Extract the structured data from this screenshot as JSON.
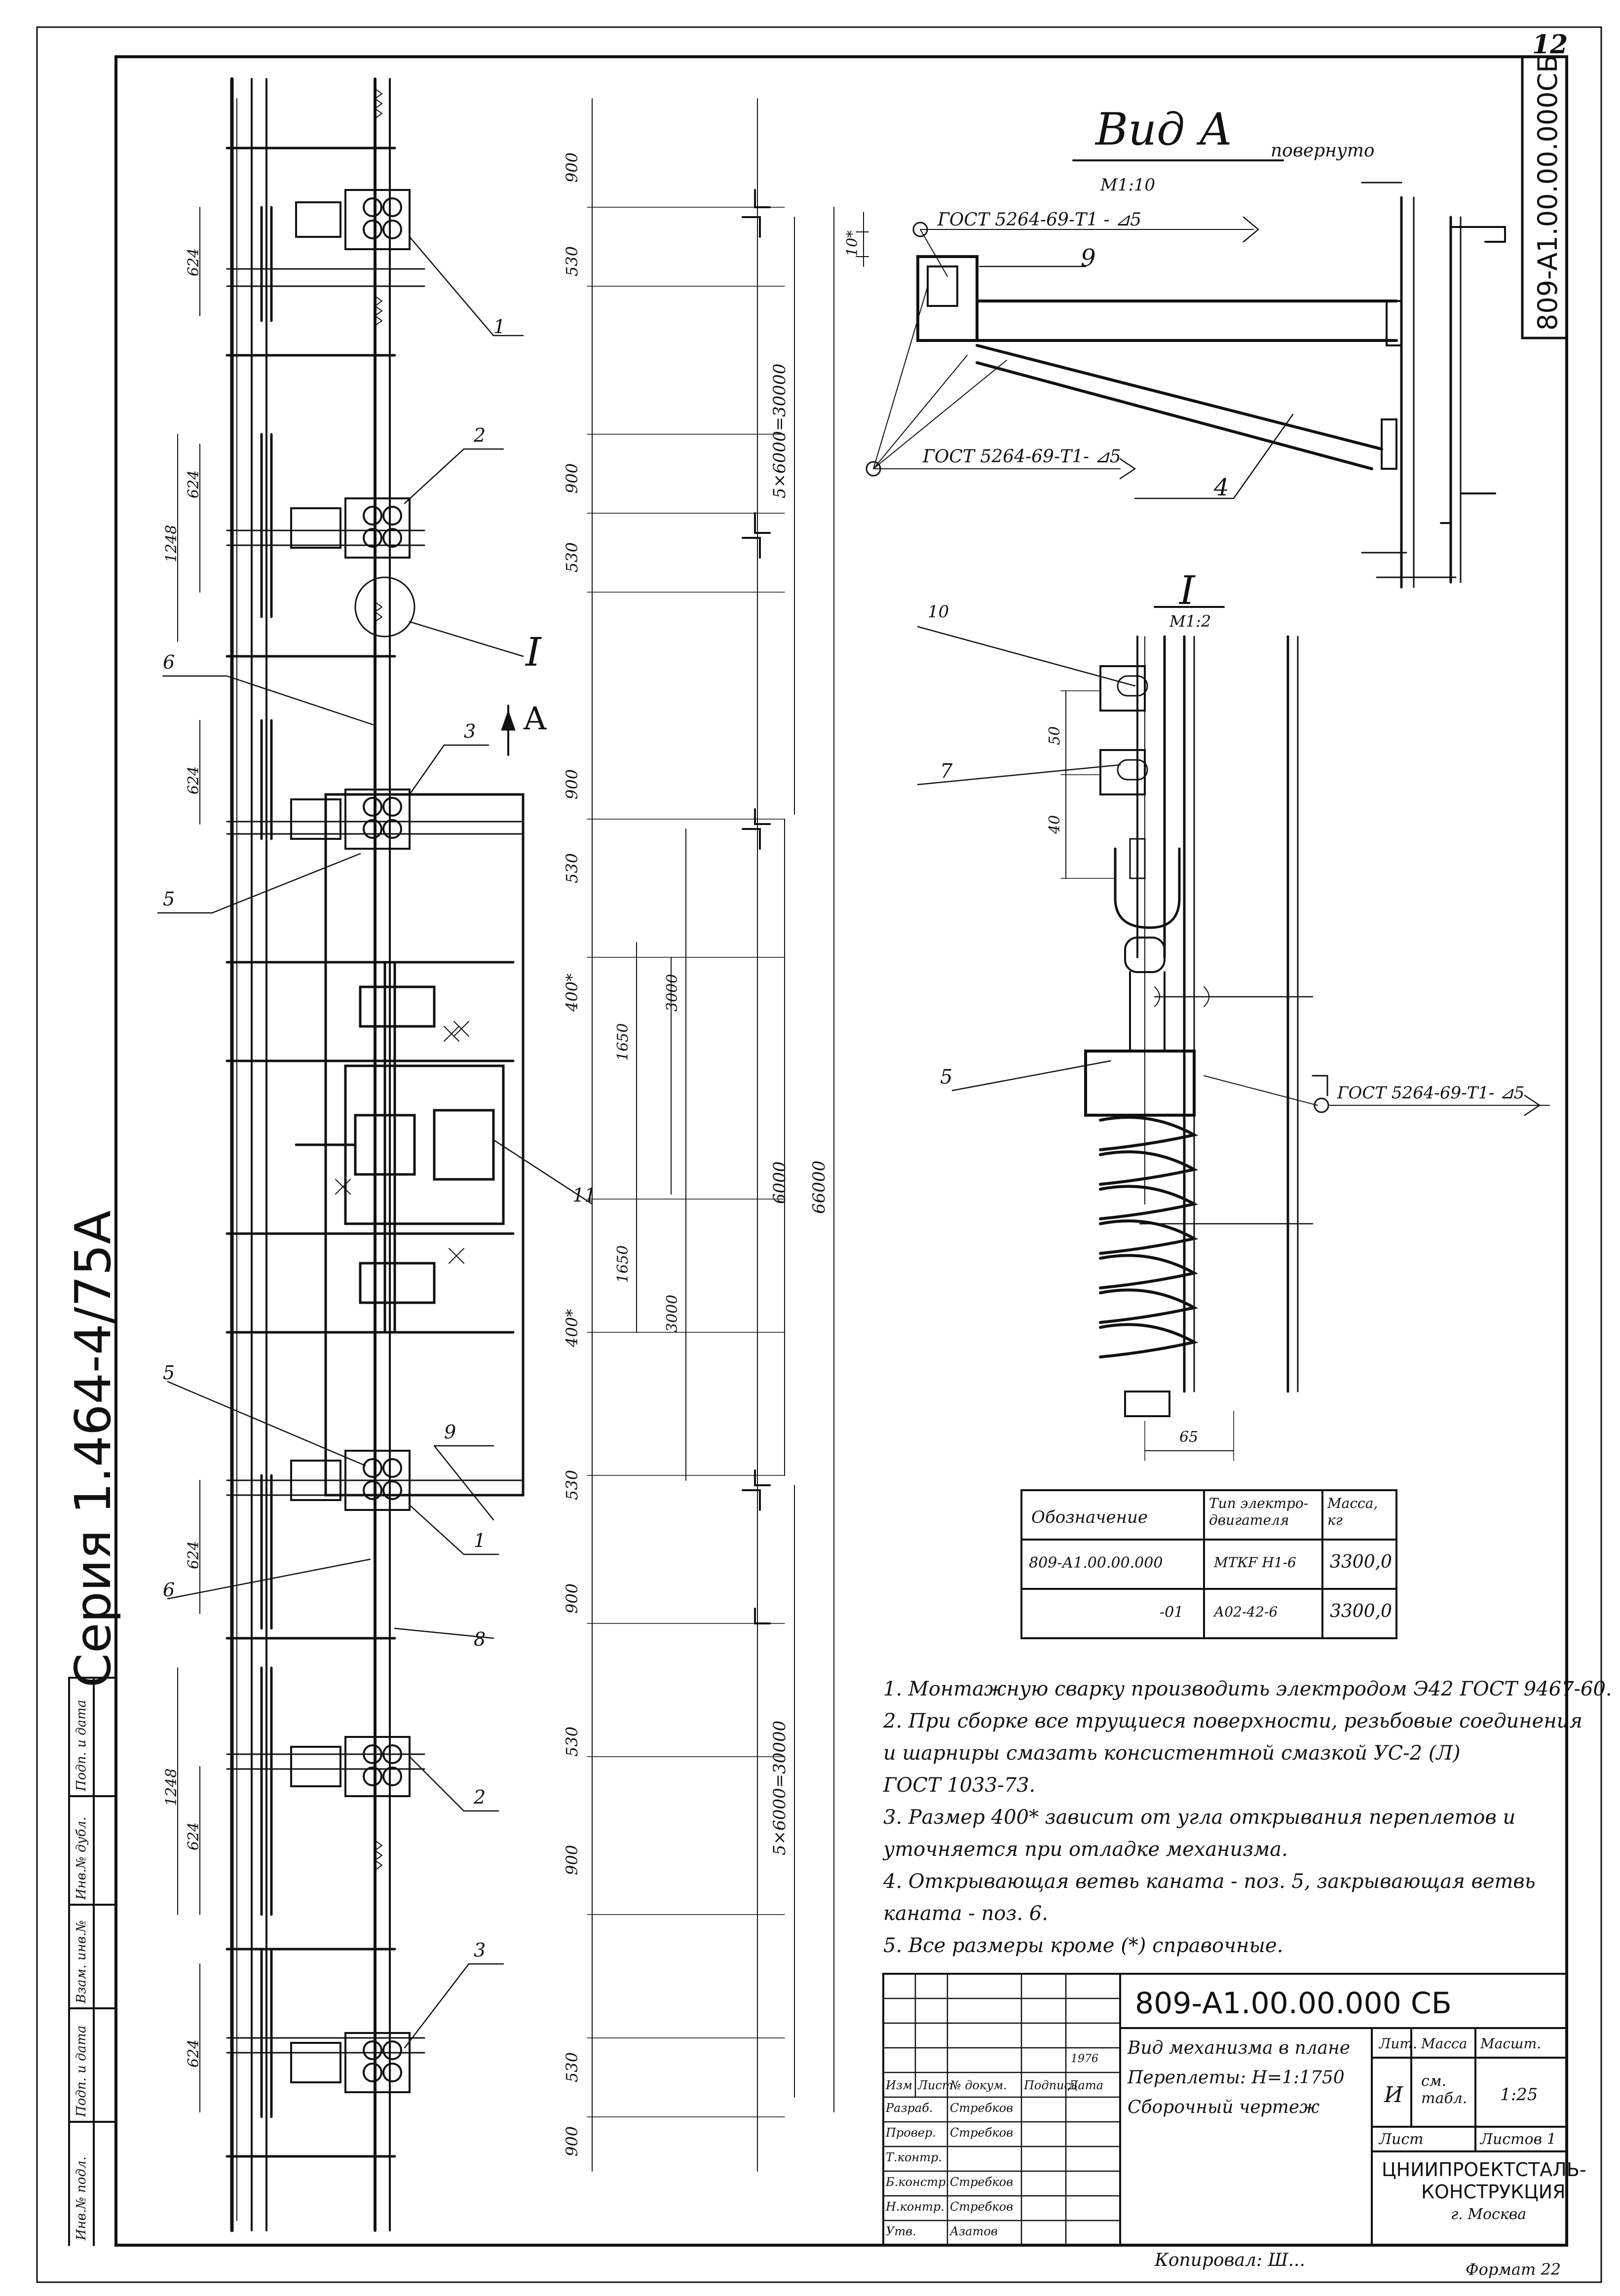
{
  "page_number": "12",
  "drawing_code_corner": "809-A1.00.00.000СБ",
  "series_label": "Серия 1.464-4/75А",
  "margin_fields": [
    "Инв.№ подл.",
    "Подп. и дата",
    "Взам. инв.№",
    "Инв.№ дубл.",
    "Подп. и дата"
  ],
  "view_a": {
    "title": "Вид А",
    "rotated": "повернуто",
    "scale": "М1:10",
    "weld_top": "ГОСТ 5264-69-Т1 - ⊿5",
    "weld_bottom": "ГОСТ 5264-69-Т1- ⊿5",
    "dim_10": "10*",
    "pos_9": "9",
    "pos_4": "4"
  },
  "detail_i": {
    "title": "I",
    "scale": "М1:2",
    "pos_10": "10",
    "pos_7": "7",
    "pos_5": "5",
    "dim_50": "50",
    "dim_40": "40",
    "dim_65": "65",
    "weld": "ГОСТ 5264-69-Т1- ⊿5"
  },
  "plan": {
    "dims_right": [
      "900",
      "530",
      "900",
      "530",
      "900",
      "530",
      "400*",
      "400*",
      "530",
      "900",
      "530",
      "900",
      "530",
      "900"
    ],
    "dims_left": [
      "624",
      "624",
      "1248",
      "624",
      "624",
      "624",
      "1248",
      "624"
    ],
    "dim_1650_a": "1650",
    "dim_1650_b": "1650",
    "dim_3000_a": "3000",
    "dim_3000_b": "3000",
    "dim_6000": "6000",
    "dim_66000": "66000",
    "dim_5x6000_top": "5×6000=30000",
    "dim_5x6000_bottom": "5×6000=30000",
    "view_mark": "А",
    "section_mark": "I",
    "positions": [
      "1",
      "2",
      "3",
      "5",
      "6",
      "11",
      "5",
      "9",
      "1",
      "6",
      "8",
      "2",
      "3"
    ]
  },
  "mass_table": {
    "headers": [
      "Обозначение",
      "Тип электро-двигателя",
      "Масса, кг"
    ],
    "rows": [
      [
        "809-А1.00.00.000",
        "МТКF Н1-6",
        "3300,0"
      ],
      [
        "-01",
        "А02-42-6",
        "3300,0"
      ]
    ]
  },
  "notes": [
    "1. Монтажную сварку производить электродом Э42 ГОСТ 9467-60.",
    "2. При сборке все трущиеся поверхности, резьбовые соединения",
    "и шарниры смазать консистентной смазкой УС-2 (Л)",
    "ГОСТ 1033-73.",
    "3. Размер 400* зависит от угла открывания переплетов и",
    "уточняется при отладке механизма.",
    "4. Открывающая ветвь каната - поз. 5, закрывающая ветвь",
    "каната - поз. 6.",
    "5. Все размеры кроме (*) справочные."
  ],
  "stamp": {
    "doc_number": "809-А1.00.00.000 СБ",
    "title_lines": [
      "Вид механизма в плане",
      "Переплеты: Н=1:1750",
      "Сборочный чертеж"
    ],
    "col_headers": [
      "Изм",
      "Лист",
      "№ докум.",
      "Подпись",
      "Дата"
    ],
    "roles": [
      {
        "role": "Разраб.",
        "name": "Стребков"
      },
      {
        "role": "Провер.",
        "name": "Стребков"
      },
      {
        "role": "Т.контр.",
        "name": ""
      },
      {
        "role": "Б.констр.",
        "name": "Стребков"
      },
      {
        "role": "Н.контр.",
        "name": "Стребков"
      },
      {
        "role": "Утв.",
        "name": "Азатов"
      }
    ],
    "date": "1976",
    "lit_label": "Лит.",
    "mass_label": "Масса",
    "scale_label": "Масшт.",
    "lit_value": "И",
    "mass_value": "см. табл.",
    "scale_value": "1:25",
    "sheet_label": "Лист",
    "sheets_label": "Листов 1",
    "org": [
      "ЦНИИПРОЕКТСТАЛЬ-",
      "КОНСТРУКЦИЯ",
      "г. Москва"
    ],
    "copied": "Копировал: Ш...",
    "format": "Формат 22"
  }
}
